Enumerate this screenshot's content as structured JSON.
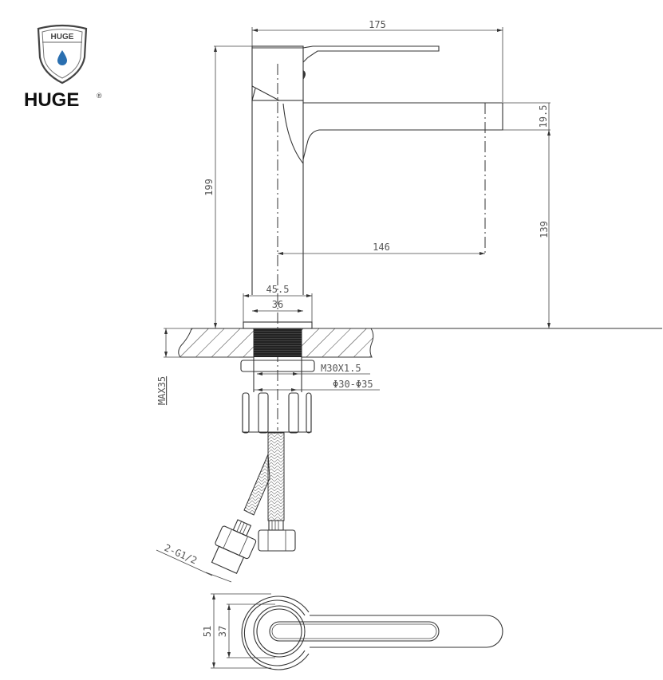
{
  "logo": {
    "shield_text": "HUGE",
    "wordmark": "HUGE",
    "registered": "®",
    "drop_color": "#2a6fb0"
  },
  "dimensions": {
    "overall_length": "175",
    "spout_thickness": "19.5",
    "overall_height": "199",
    "spout_height": "139",
    "spout_reach": "146",
    "base_diameter_outer": "45.5",
    "base_diameter_inner": "36",
    "thread": "M30X1.5",
    "hole_diameter": "Φ30-Φ35",
    "max_thickness": "MAX35",
    "hose_connection": "2-G1/2",
    "top_view_outer": "51",
    "top_view_inner": "37"
  }
}
